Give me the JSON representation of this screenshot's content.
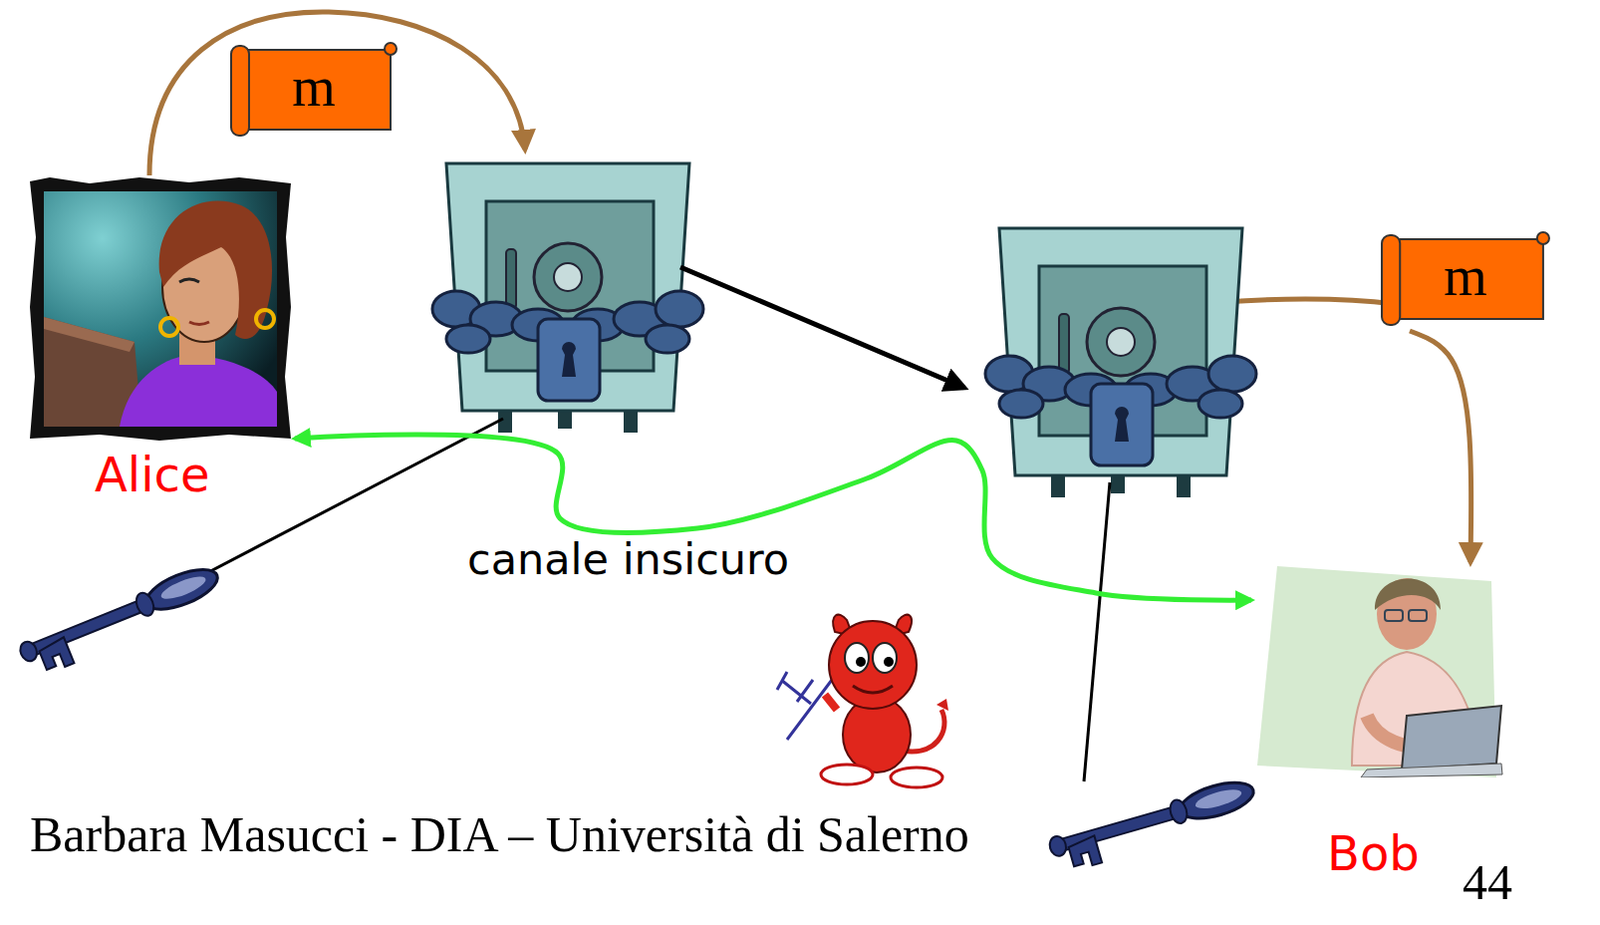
{
  "diagram": {
    "nodes": [
      {
        "text": [
          "m"
        ]
      },
      {
        "text": [
          "Alice"
        ]
      },
      {
        "text": [
          "m"
        ]
      },
      {
        "text": [
          "Bob"
        ]
      }
    ],
    "edges": [
      {
        "from": 1,
        "to": 3,
        "arrow": "both",
        "label": "canale insicuro"
      },
      {
        "from": 2,
        "to": 3,
        "arrow": "to"
      }
    ],
    "labels": [
      "Barbara Masucci - DIA – Università di Salerno",
      "44"
    ]
  }
}
